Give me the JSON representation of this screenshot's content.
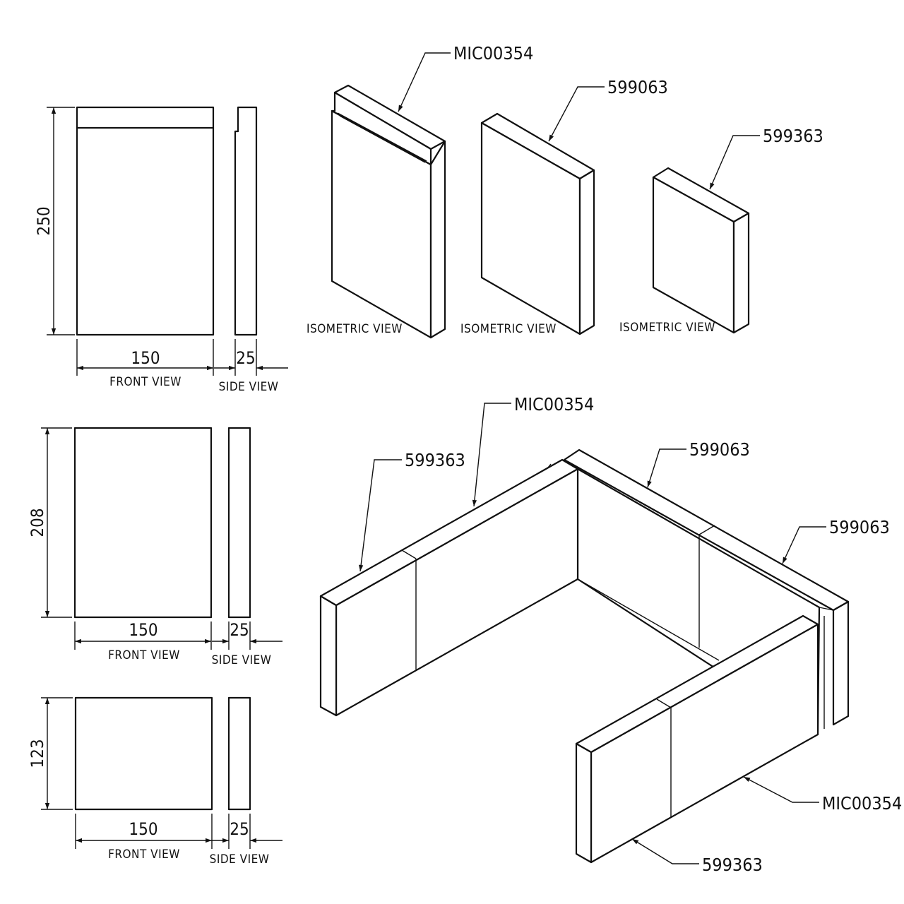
{
  "orthographic_views": [
    {
      "height": "250",
      "width": "150",
      "thickness": "25",
      "front_caption": "FRONT VIEW",
      "side_caption": "SIDE VIEW"
    },
    {
      "height": "208",
      "width": "150",
      "thickness": "25",
      "front_caption": "FRONT VIEW",
      "side_caption": "SIDE VIEW"
    },
    {
      "height": "123",
      "width": "150",
      "thickness": "25",
      "front_caption": "FRONT VIEW",
      "side_caption": "SIDE VIEW"
    }
  ],
  "isometric_parts": [
    {
      "part_number": "MIC00354",
      "caption": "ISOMETRIC VIEW"
    },
    {
      "part_number": "599063",
      "caption": "ISOMETRIC VIEW"
    },
    {
      "part_number": "599363",
      "caption": "ISOMETRIC VIEW"
    }
  ],
  "assembly_callouts": [
    {
      "part_number": "MIC00354"
    },
    {
      "part_number": "599363"
    },
    {
      "part_number": "599063"
    },
    {
      "part_number": "599063"
    },
    {
      "part_number": "MIC00354"
    },
    {
      "part_number": "599363"
    }
  ]
}
